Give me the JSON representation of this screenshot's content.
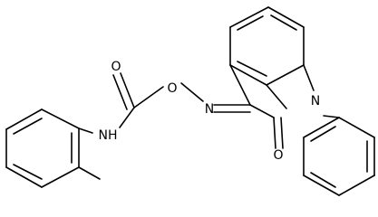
{
  "molecule": {
    "atom_labels": [
      {
        "id": "O-ester",
        "text": "O"
      },
      {
        "id": "N-oxime",
        "text": "N"
      },
      {
        "id": "N-indole",
        "text": "N"
      },
      {
        "id": "O-carbamate",
        "text": "O"
      },
      {
        "id": "NH-carbamate",
        "text": "NH"
      },
      {
        "id": "O-lactam",
        "text": "O"
      }
    ],
    "colors": {
      "bond": "#000000",
      "label": "#000000",
      "background": "#ffffff"
    }
  }
}
